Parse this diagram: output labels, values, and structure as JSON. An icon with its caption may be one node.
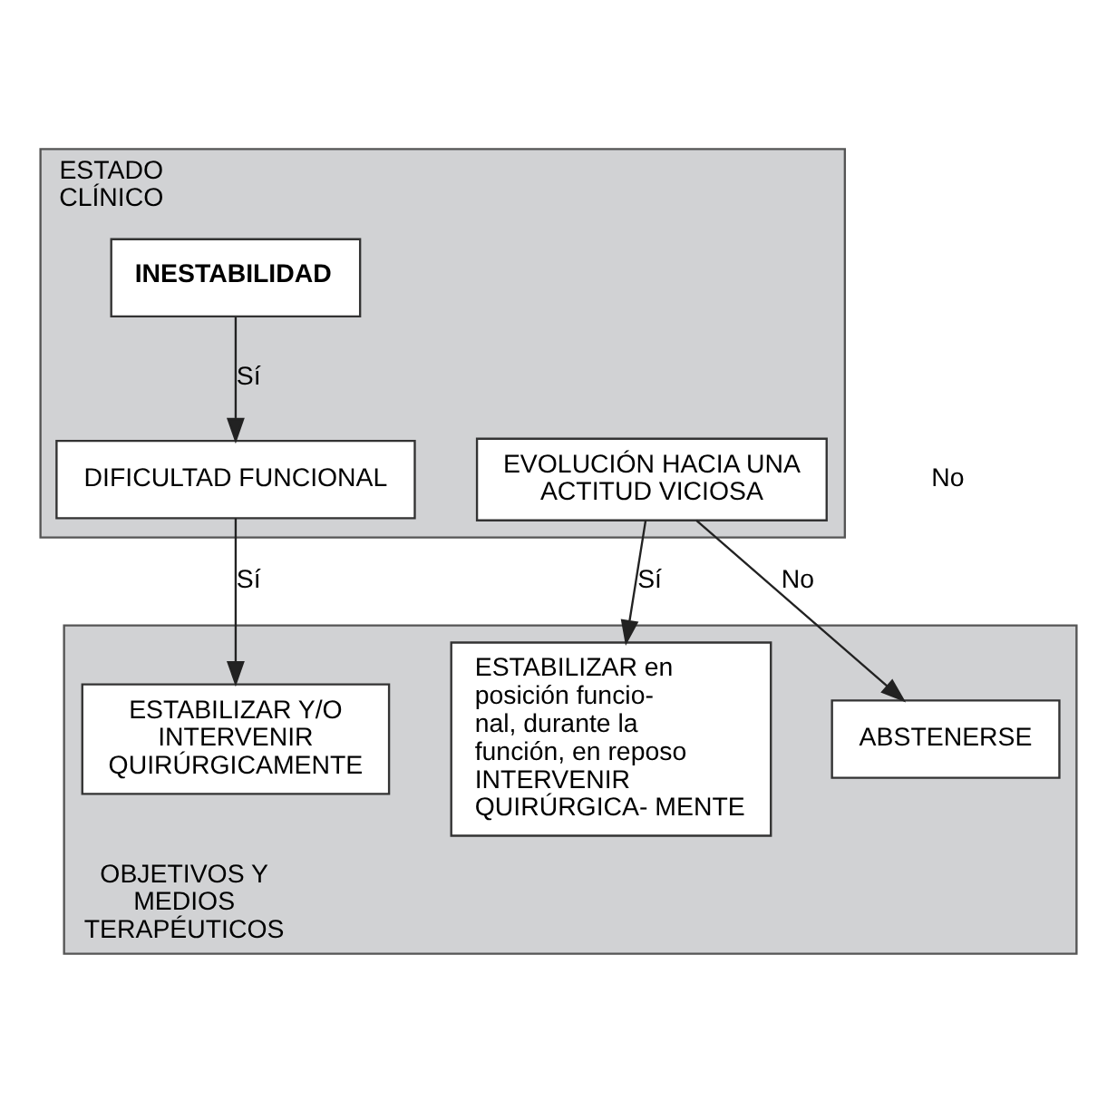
{
  "diagram": {
    "nodes": [
      {
        "text": [
          "ESTADO CLÍNICO"
        ]
      },
      {
        "text": [
          "INESTABILIDAD"
        ],
        "in": 0
      },
      {
        "text": [
          "DIFICULTAD FUNCIONAL"
        ],
        "in": 0
      },
      {
        "text": [
          "EVOLUCIÓN HACIA UNA ACTITUD VICIOSA"
        ],
        "in": 0
      },
      {
        "text": [
          "OBJETIVOS Y MEDIOS TERAPÉUTICOS"
        ]
      },
      {
        "text": [
          "ESTABILIZAR Y/O INTERVENIR QUIRÚRGICAMENTE"
        ],
        "in": 4
      },
      {
        "text": [
          "ESTABILIZAR en posición funcio- nal, durante la función, en reposo INTERVENIR QUIRÚRGICA- MENTE"
        ],
        "in": 4
      },
      {
        "text": [
          "ABSTENERSE"
        ],
        "in": 4
      }
    ],
    "edges": [
      {
        "from": 1,
        "to": 2,
        "arrow": "to",
        "label": "Sí"
      },
      {
        "from": 2,
        "to": 5,
        "arrow": "to",
        "label": "Sí"
      },
      {
        "from": 3,
        "to": 6,
        "arrow": "to",
        "label": "Sí"
      },
      {
        "from": 3,
        "to": 7,
        "arrow": "to",
        "label": "No"
      }
    ],
    "labels": [
      "No"
    ]
  }
}
